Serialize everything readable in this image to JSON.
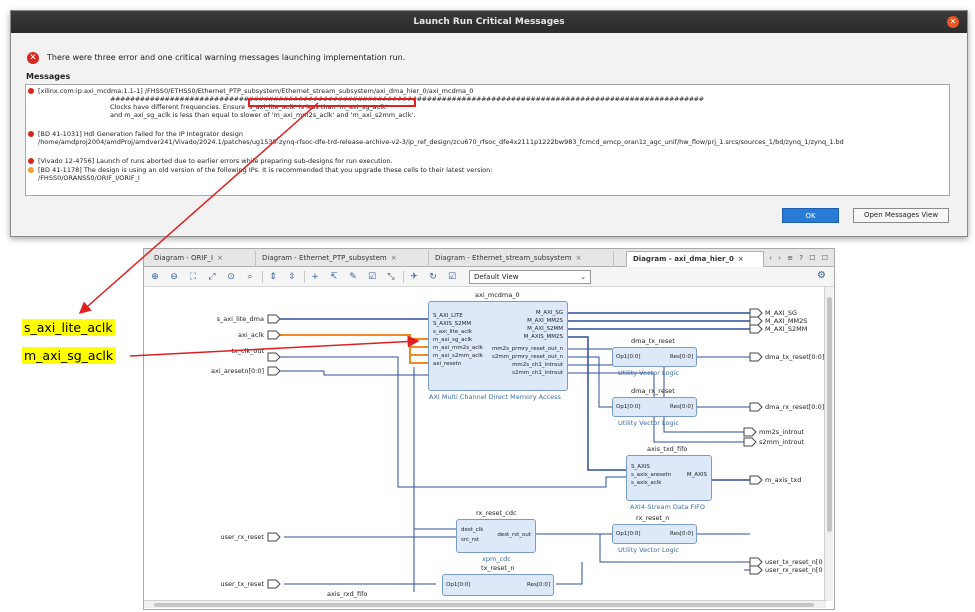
{
  "dialog": {
    "title": "Launch Run Critical Messages",
    "status": "There were three error and one critical warning messages launching implementation run.",
    "messages_label": "Messages",
    "msg1_line1": "[xilinx.com:ip:axi_mcdma:1.1-1] /FHSS0/ETHSS0/Ethernet_PTP_subsystem/Ethernet_stream_subsystem/axi_dma_hier_0/axi_mcdma_0",
    "msg1_hashes": "########################################################################################################################",
    "msg1_line2": "Clocks have different frequencies. Ensure 's_axi_lite_aclk' is less than 'm_axi_sg_aclk'",
    "msg1_line3": "and m_axi_sg_aclk is less than equal to slower of 'm_axi_mm2s_aclk' and 'm_axi_s2mm_aclk'.",
    "msg2_line1": "[BD 41-1031] Hdl Generation failed for the IP Integrator design",
    "msg2_line2": "/home/amdproj2004/amdProj/amdver241/Vivado/2024.1/patches/ug1530-zynq-rfsoc-dfe-trd-release-archive-v2-3/ip_ref_design/zcu670_rfsoc_dfe4x2111p1222bw983_fcmcd_emcp_oran1z_agc_unif/hw_flow/prj_1.srcs/sources_1/bd/zynq_1/zynq_1.bd",
    "msg3_line1": "[Vivado 12-4756] Launch of runs aborted due to earlier errors while preparing sub-designs for run execution.",
    "msg4_line1": "[BD 41-1178] The design is using an old version of the following IPs. It is recommended that you upgrade these cells to their latest version:",
    "msg4_line2": "/FHSS0/ORANSS0/ORIF_I/ORIF_I",
    "ok_label": "OK",
    "open_label": "Open Messages View"
  },
  "diagram": {
    "tabs": [
      {
        "label": "Diagram - ORIF_I"
      },
      {
        "label": "Diagram - Ethernet_PTP_subsystem"
      },
      {
        "label": "Diagram - Ethernet_stream_subsystem"
      },
      {
        "label": "Diagram - axi_dma_hier_0"
      }
    ],
    "tab_controls": "‹ › ≡ ? ☐ ☐",
    "view_select": "Default View",
    "left_ports": {
      "s_axi_lite_dma": "s_axi_lite_dma",
      "axi_aclk": "axi_aclk",
      "tx_clk_out": "tx_clk_out",
      "axi_aresetn": "axi_aresetn[0:0]",
      "user_rx_reset": "user_rx_reset",
      "user_tx_reset": "user_tx_reset"
    },
    "mcdma": {
      "name": "axi_mcdma_0",
      "subtitle": "AXI Multi Channel Direct Memory Access",
      "pins_left": [
        "S_AXI_LITE",
        "S_AXIS_S2MM",
        "s_axi_lite_aclk",
        "m_axi_sg_aclk",
        "m_axi_mm2s_aclk",
        "m_axi_s2mm_aclk",
        "axi_resetn"
      ],
      "pins_right": [
        "M_AXI_SG",
        "M_AXI_MM2S",
        "M_AXI_S2MM",
        "M_AXIS_MM2S",
        "mm2s_prmry_reset_out_n",
        "s2mm_prmry_reset_out_n",
        "mm2s_ch1_introut",
        "s2mm_ch1_introut"
      ]
    },
    "dma_tx_reset": {
      "name": "dma_tx_reset",
      "in": "Op1[0:0]",
      "out": "Res[0:0]",
      "subtitle": "Utility Vector Logic"
    },
    "dma_rx_reset": {
      "name": "dma_rx_reset",
      "in": "Op1[0:0]",
      "out": "Res[0:0]",
      "subtitle": "Utility Vector Logic"
    },
    "txd_fifo": {
      "name": "axis_txd_fifo",
      "pins_left": [
        "S_AXIS",
        "s_axis_aresetn",
        "s_axis_aclk"
      ],
      "pin_right": "M_AXIS",
      "subtitle": "AXI4-Stream Data FIFO"
    },
    "rx_reset_cdc": {
      "name": "rx_reset_cdc",
      "pins_left": [
        "dest_clk",
        "src_rst"
      ],
      "pin_right": "dest_rst_out",
      "subtitle": "xpm_cdc"
    },
    "rx_reset_n": {
      "name": "rx_reset_n",
      "in": "Op1[0:0]",
      "out": "Res[0:0]",
      "subtitle": "Utility Vector Logic"
    },
    "tx_reset_n": {
      "name": "tx_reset_n",
      "in": "Op1[0:0]",
      "out": "Res[0:0]"
    },
    "axis_rxd_fifo": {
      "name": "axis_rxd_fifo"
    },
    "right_ports": {
      "m_axi_sg": "M_AXI_SG",
      "m_axi_mm2s": "M_AXI_MM2S",
      "m_axi_s2mm": "M_AXI_S2MM",
      "dma_tx_reset": "dma_tx_reset[0:0]",
      "dma_rx_reset": "dma_rx_reset[0:0]",
      "mm2s_introut": "mm2s_introut",
      "s2mm_introut": "s2mm_introut",
      "m_axis_txd": "m_axis_txd",
      "user_tx_reset_n": "user_tx_reset_n[0",
      "user_rx_reset_n": "user_rx_reset_n[0"
    }
  },
  "callouts": {
    "s_axi_lite_aclk": "s_axi_lite_aclk",
    "m_axi_sg_aclk": "m_axi_sg_aclk"
  },
  "colors": {
    "error": "#d9261c",
    "warning": "#f0a030",
    "accent_blue": "#2a7bd5",
    "highlight_red": "#e02020",
    "callout_yellow": "#ffff00",
    "net_orange": "#f08a24",
    "net_blue": "#2d4f9c"
  }
}
